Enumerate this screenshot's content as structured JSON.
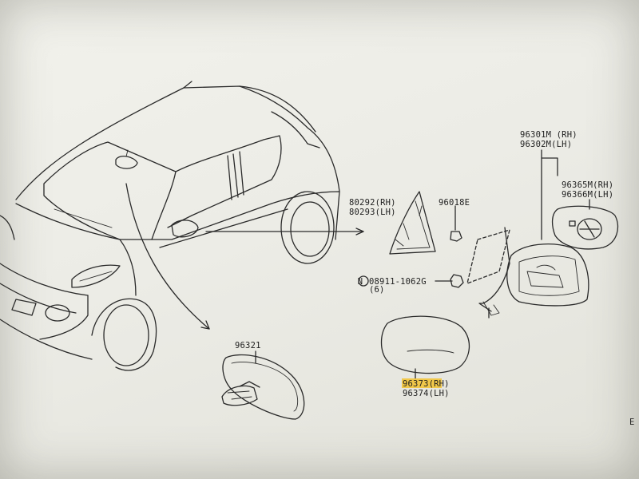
{
  "parts": {
    "p80292": "80292(RH)",
    "p80293": "80293(LH)",
    "p96018": "96018E",
    "p08911": "08911-1062G",
    "p08911_qty": "(6)",
    "p08911_symbol": "N",
    "p96301": "96301M (RH)",
    "p96302": "96302M(LH)",
    "p96365": "96365M(RH)",
    "p96366": "96366M(LH)",
    "p96321": "96321",
    "p96373": "96373(RH)",
    "p96374": "96374(LH)"
  },
  "corner_mark": "E",
  "colors": {
    "highlight": "#f2c230",
    "line": "#2a2a2a"
  }
}
